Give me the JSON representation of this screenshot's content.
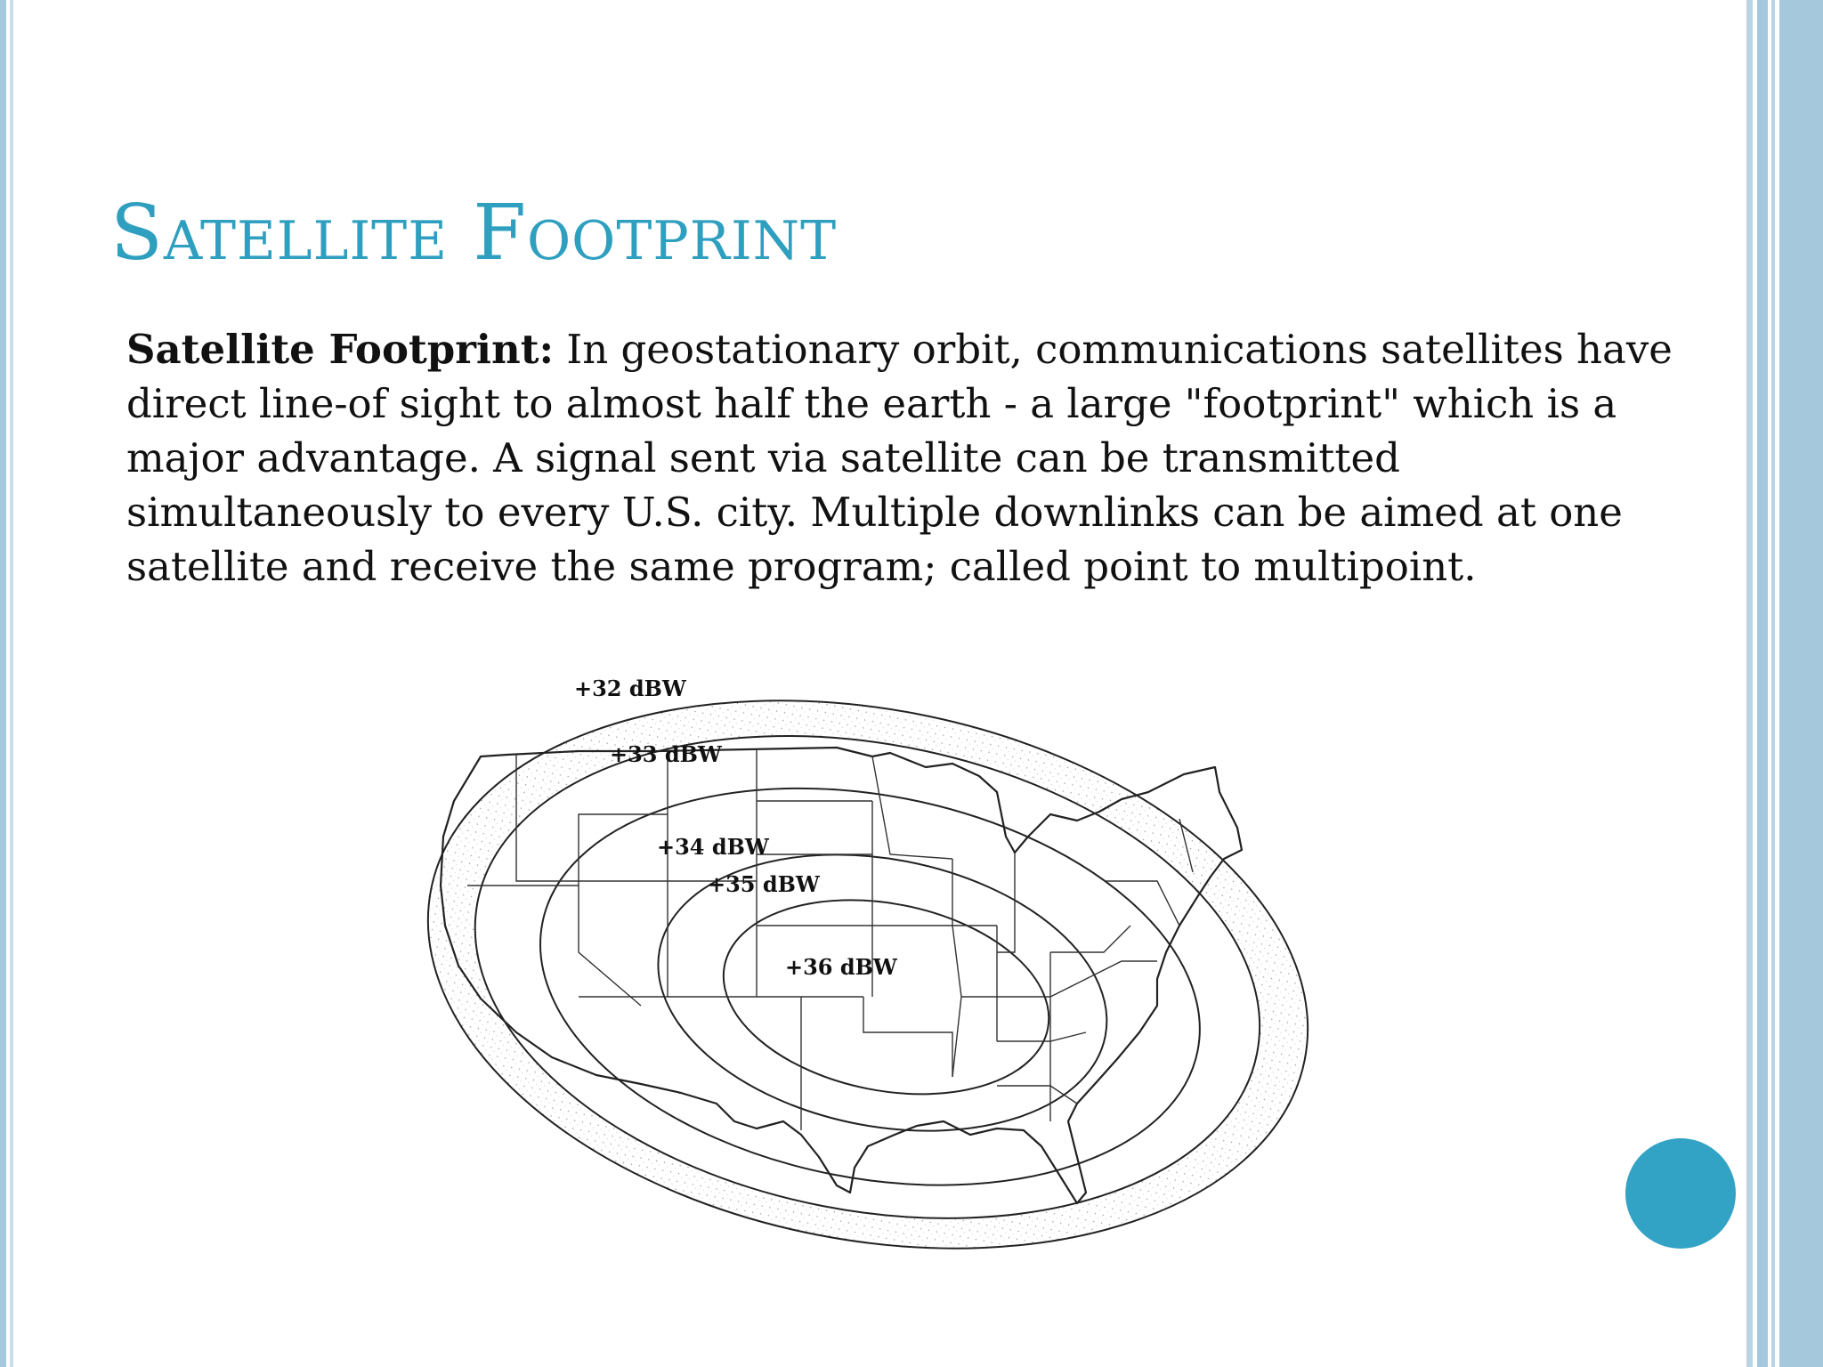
{
  "title": "Satellite Footprint",
  "body": {
    "term": "Satellite Footprint:",
    "text": " In geostationary orbit, communications satellites have direct line-of sight to almost half the earth - a large \"footprint\" which is a major advantage. A signal sent via satellite can be transmitted simultaneously to every U.S. city. Multiple downlinks can be aimed at one satellite and receive the same program; called point to multipoint."
  },
  "figure": {
    "contour_labels": [
      "+32 dBW",
      "+33 dBW",
      "+34 dBW",
      "+35 dBW",
      "+36 dBW"
    ]
  },
  "colors": {
    "title": "#2f9fc0",
    "nav_dot": "#32a2c5",
    "side_bars": "#a6c8dc"
  },
  "icons": {
    "nav": "circle-nav-icon"
  }
}
